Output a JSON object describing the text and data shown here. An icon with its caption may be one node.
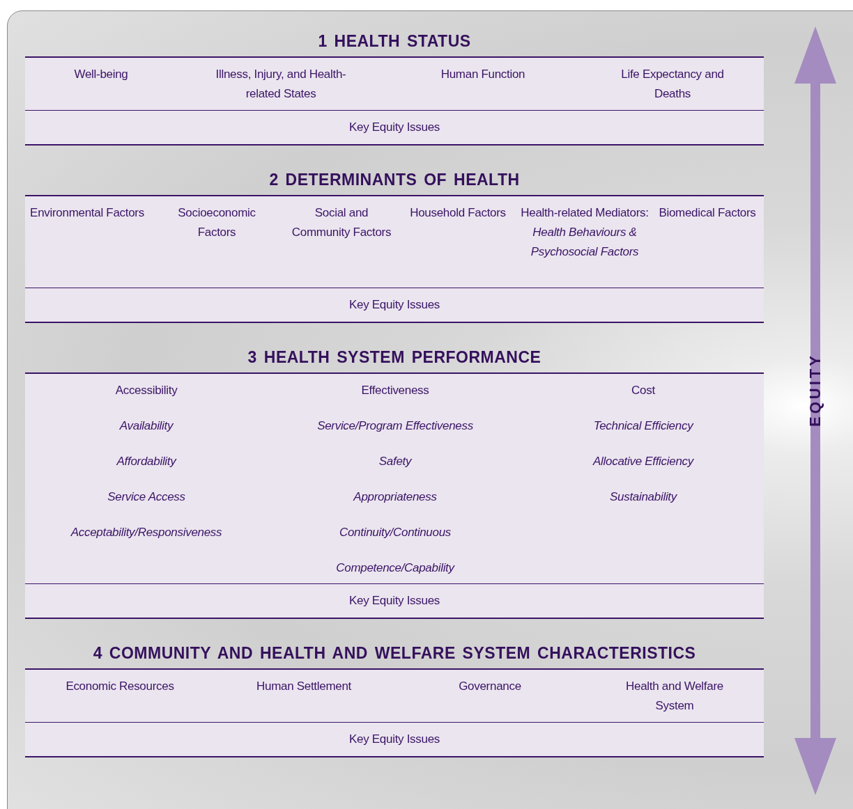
{
  "diagram": {
    "nodes": [
      {
        "text": [
          "1 HEALTH STATUS"
        ]
      },
      {
        "text": [
          "Well-being",
          "Illness, Injury, and Health- related States",
          "Human Function",
          "Life Expectancy and Deaths"
        ],
        "in": 0
      },
      {
        "text": [
          "Key Equity Issues"
        ],
        "in": 0
      },
      {
        "text": [
          "2 DETERMINANTS OF HEALTH"
        ]
      },
      {
        "text": [
          "Environmental Factors",
          "Socioeconomic Factors",
          "Social and Community Factors",
          "Household Factors",
          "Health-related Mediators: *Health Behaviours & Psychosocial Factors*",
          "Biomedical Factors"
        ],
        "in": 3
      },
      {
        "text": [
          "Key Equity Issues"
        ],
        "in": 3
      },
      {
        "text": [
          "3 HEALTH SYSTEM PERFORMANCE"
        ]
      },
      {
        "text": [
          "Accessibility",
          "Availability",
          "Affordability",
          "Service Access",
          "Acceptability/Responsiveness",
          "Effectiveness",
          "Service/Program Effectiveness",
          "Safety",
          "Appropriateness",
          "Continuity/Continuous",
          "Competence/Capability",
          "Cost",
          "Technical Efficiency",
          "Allocative Efficiency",
          "Sustainability"
        ],
        "in": 6
      },
      {
        "text": [
          "Key Equity Issues"
        ],
        "in": 6
      },
      {
        "text": [
          "4 COMMUNITY AND HEALTH AND WELFARE SYSTEM CHARACTERISTICS"
        ]
      },
      {
        "text": [
          "Economic Resources",
          "Human Settlement",
          "Governance",
          "Health and Welfare System"
        ],
        "in": 9
      },
      {
        "text": [
          "Key Equity Issues"
        ],
        "in": 9
      }
    ],
    "labels": [
      "EQUITY"
    ]
  }
}
